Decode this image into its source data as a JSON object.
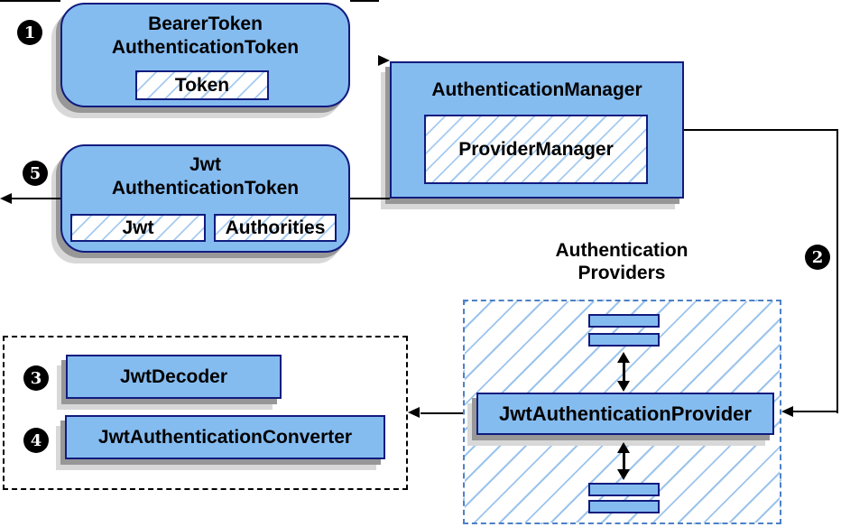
{
  "diagram": {
    "badges": {
      "b1": "1",
      "b2": "2",
      "b3": "3",
      "b4": "4",
      "b5": "5"
    },
    "bearer_token": {
      "title_line1": "BearerToken",
      "title_line2": "AuthenticationToken",
      "token_label": "Token"
    },
    "authentication_manager": {
      "title": "AuthenticationManager",
      "provider_manager_label": "ProviderManager"
    },
    "jwt_authentication_token": {
      "title_line1": "Jwt",
      "title_line2": "AuthenticationToken",
      "jwt_label": "Jwt",
      "authorities_label": "Authorities"
    },
    "authentication_providers": {
      "heading_line1": "Authentication",
      "heading_line2": "Providers",
      "provider_label": "JwtAuthenticationProvider"
    },
    "decoder_group": {
      "jwt_decoder_label": "JwtDecoder",
      "jwt_authentication_converter_label": "JwtAuthenticationConverter"
    },
    "colors": {
      "node_fill": "#85BCF0",
      "node_border": "#111B7E",
      "hatch_line": "#9EC6EE",
      "blue_dash_border": "#4D80C6",
      "arrow_black": "#000000",
      "shadow_dark": "#979797",
      "shadow_light": "#D8D8D8"
    }
  }
}
